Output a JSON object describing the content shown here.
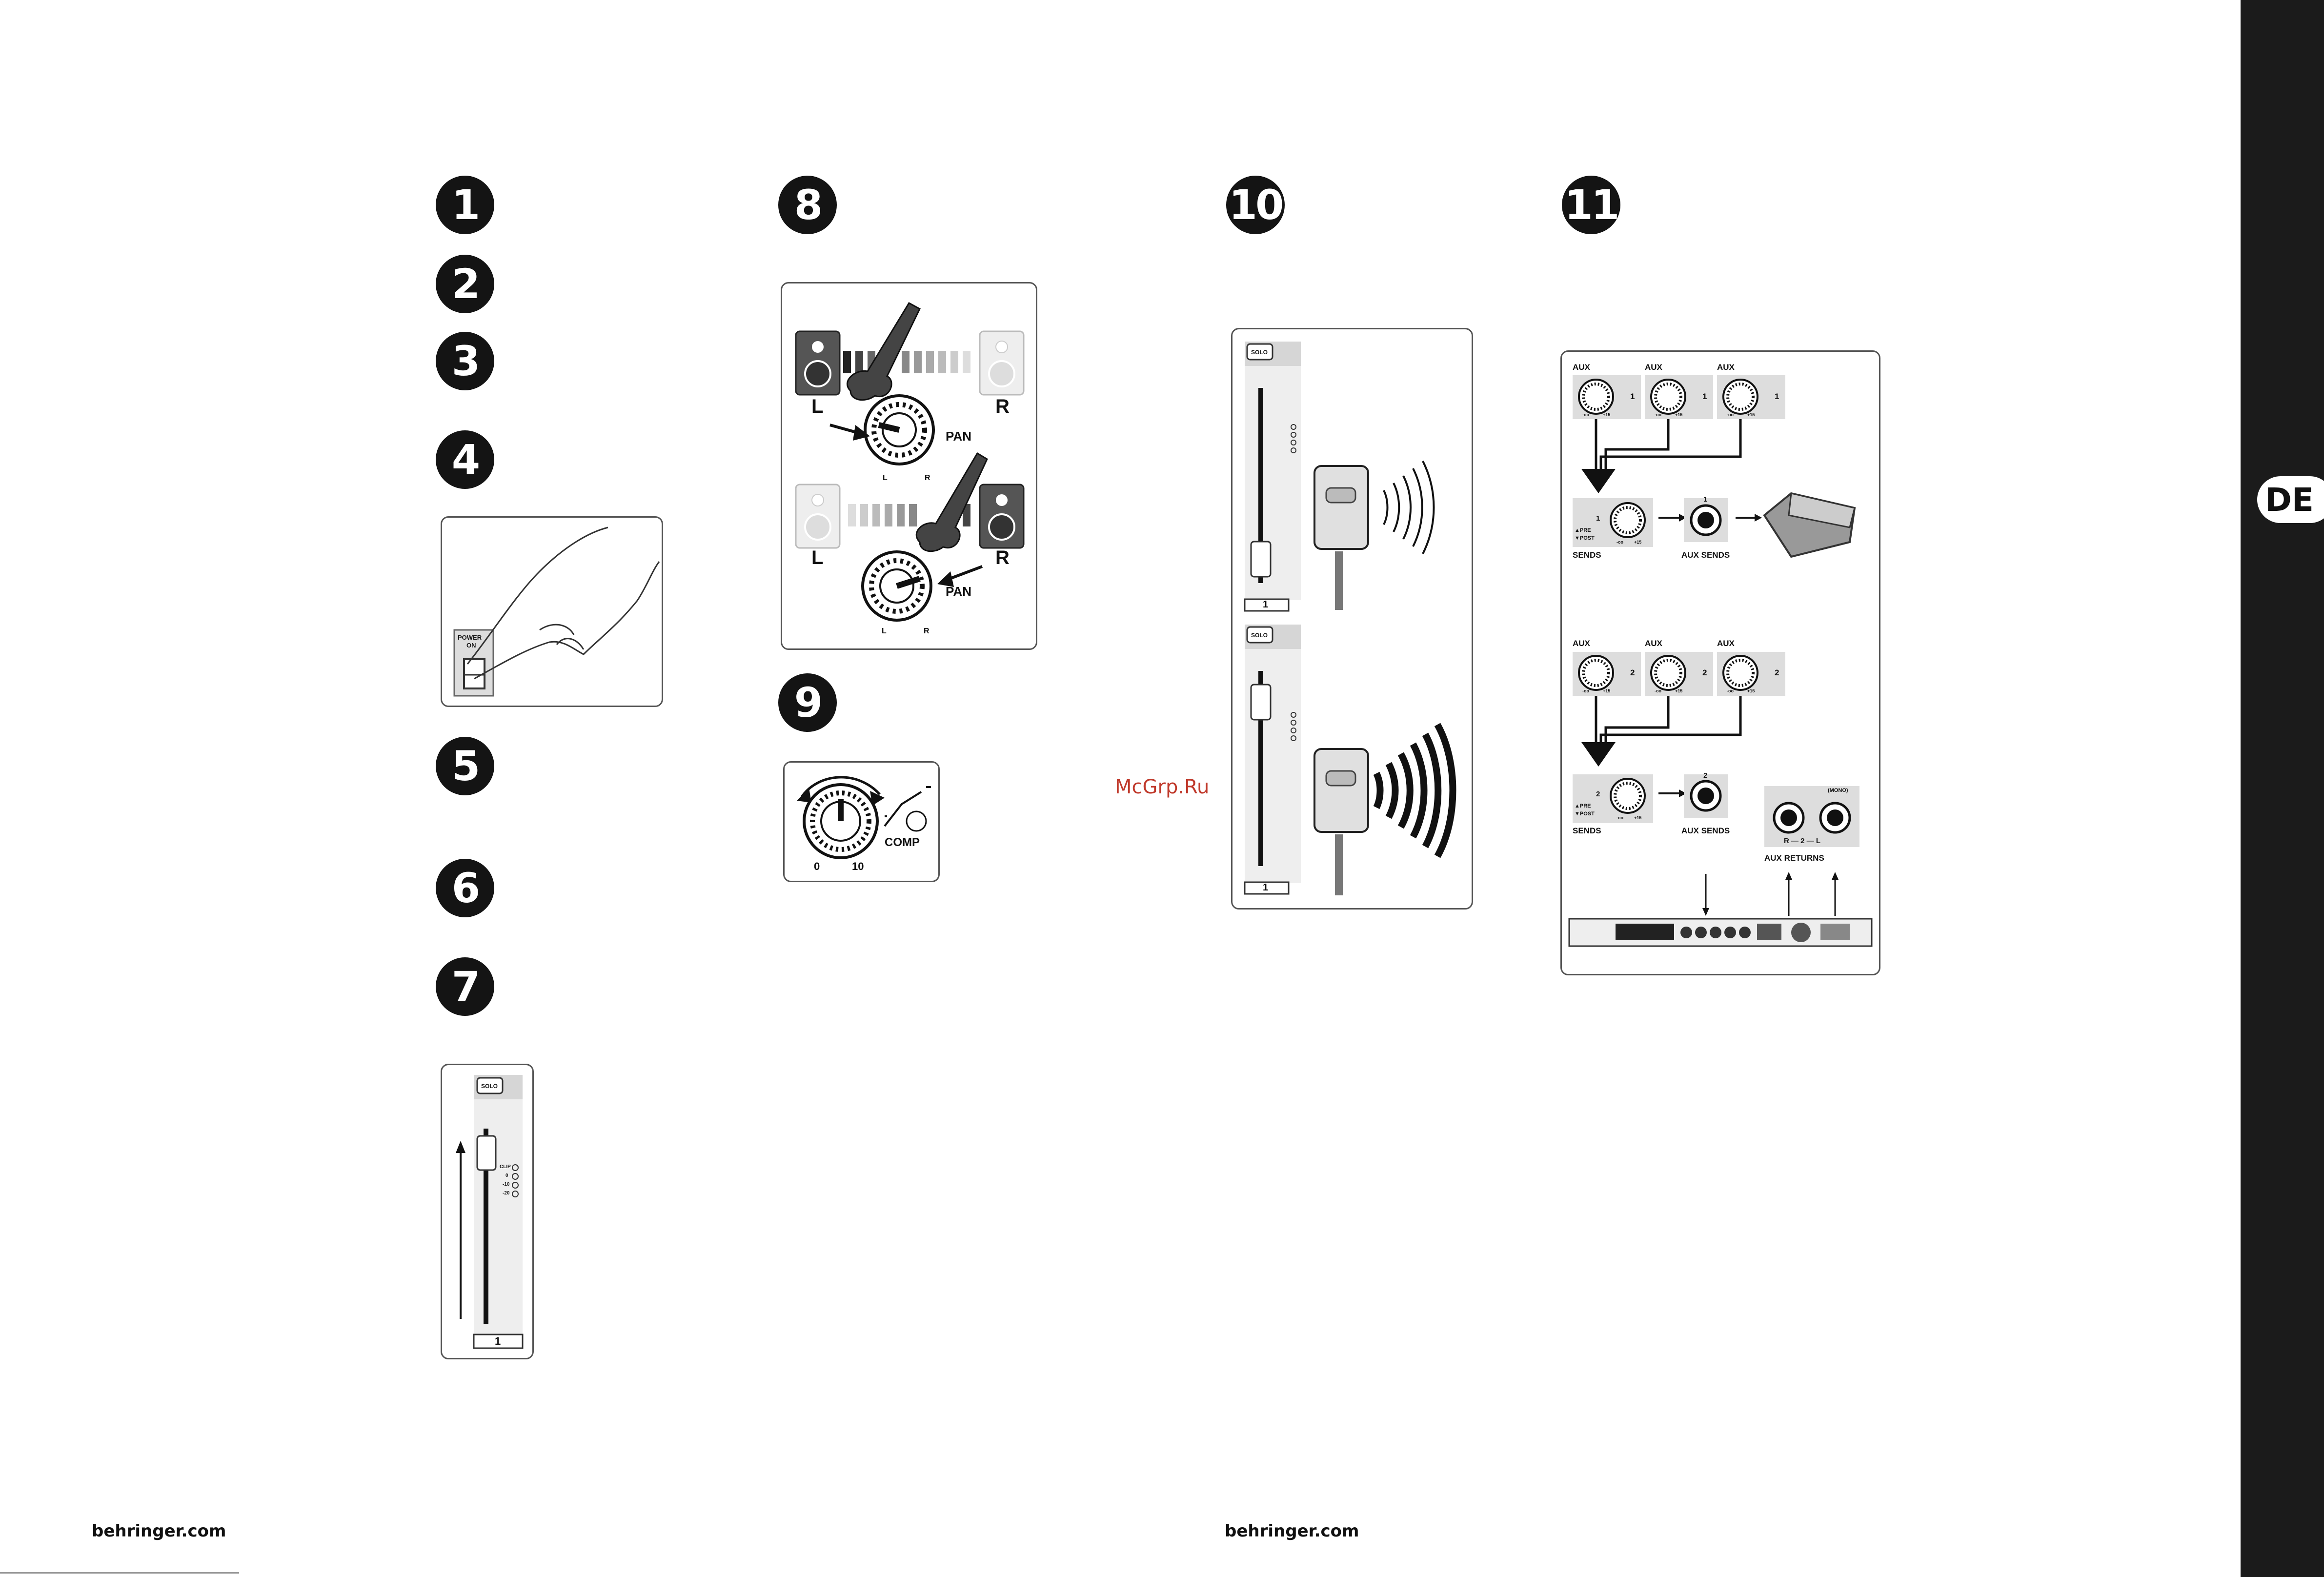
{
  "steps": [
    "1",
    "2",
    "3",
    "4",
    "5",
    "6",
    "7",
    "8",
    "9",
    "10",
    "11"
  ],
  "power_button": {
    "line1": "POWER",
    "line2": "ON"
  },
  "fader": {
    "solo_label": "SOLO",
    "channel_number": "1",
    "meter_labels": [
      "CLIP",
      "0",
      "-10",
      "-20"
    ]
  },
  "pan_figure": {
    "left_label": "L",
    "right_label": "R",
    "pan_label": "PAN",
    "knob_left": "L",
    "knob_right": "R"
  },
  "compressor": {
    "min_label": "0",
    "max_label": "10",
    "comp_label": "COMP"
  },
  "aux_figure": {
    "aux_label": "AUX",
    "aux1_number": "1",
    "aux2_number": "2",
    "scale_min": "-oo",
    "scale_max": "+15",
    "pre_label": "▲PRE",
    "post_label": "▼POST",
    "sends_label": "SENDS",
    "aux_sends_label": "AUX SENDS",
    "aux_returns_label": "AUX RETURNS",
    "mono_label": "(MONO)",
    "return_routing": "R — 2 — L"
  },
  "tab": {
    "language": "DE"
  },
  "footer": {
    "left_url": "behringer.com",
    "right_url": "behringer.com"
  },
  "watermark": "McGrp.Ru",
  "colors": {
    "sidebar": "#1b1b1b",
    "badge": "#141414",
    "panel_border": "#555555",
    "watermark": "#c0392b"
  }
}
